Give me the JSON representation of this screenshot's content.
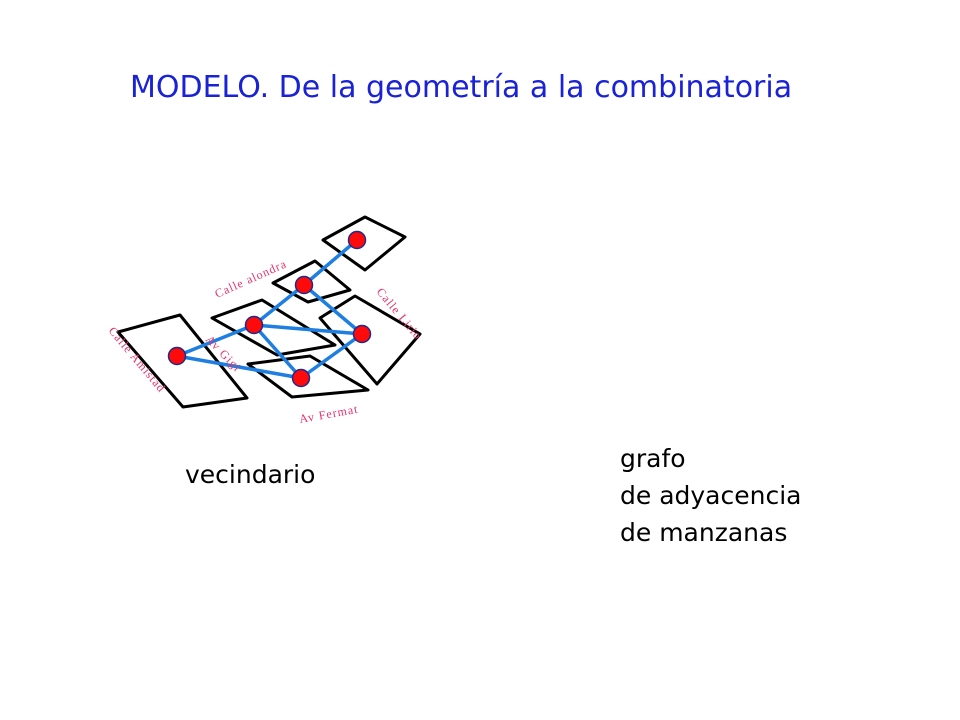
{
  "title": "MODELO. De la geometría a la combinatoria",
  "left_caption": "vecindario",
  "right_caption": [
    "grafo",
    "de adyacencia",
    "de manzanas"
  ],
  "streets": {
    "alondra": "Calle alondra",
    "lirio": "Calle  Lirio",
    "amistad": "Calle  Amistad",
    "gigi": "Av Gigi",
    "fermat": "Av  Fermat"
  },
  "colors": {
    "title": "#1a22d6",
    "street_label": "#e8306a",
    "edge": "#1f7fe0",
    "node": "#ff0a0a",
    "block_outline": "#000000"
  }
}
